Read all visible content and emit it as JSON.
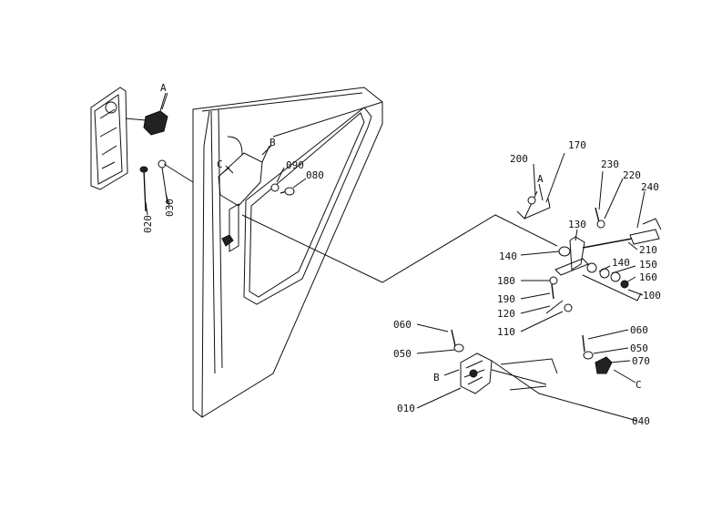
{
  "diagram": {
    "labels": {
      "p010": "010",
      "p020": "020",
      "p030": "030",
      "p040": "040",
      "p050a": "050",
      "p050b": "050",
      "p060a": "060",
      "p060b": "060",
      "p070": "070",
      "p080": "080",
      "p090": "090",
      "p100": "100",
      "p110": "110",
      "p120": "120",
      "p130": "130",
      "p140a": "140",
      "p140b": "140",
      "p150": "150",
      "p160": "160",
      "p170": "170",
      "p180": "180",
      "p190": "190",
      "p200": "200",
      "p210": "210",
      "p220": "220",
      "p230": "230",
      "p240": "240",
      "refA1": "A",
      "refA2": "A",
      "refB1": "B",
      "refB2": "B",
      "refC1": "C",
      "refC2": "C"
    }
  }
}
